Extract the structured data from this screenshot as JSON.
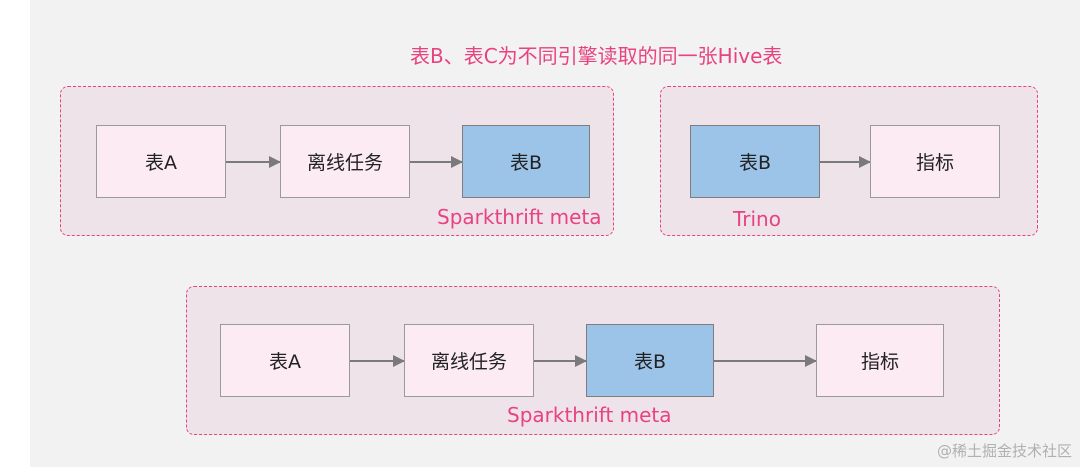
{
  "title": "表B、表C为不同引擎读取的同一张Hive表",
  "groups": {
    "top_left": {
      "label": "Sparkthrift meta",
      "nodes": [
        "表A",
        "离线任务",
        "表B"
      ]
    },
    "top_right": {
      "label": "Trino",
      "nodes": [
        "表B",
        "指标"
      ]
    },
    "bottom": {
      "label": "Sparkthrift meta",
      "nodes": [
        "表A",
        "离线任务",
        "表B",
        "指标"
      ]
    }
  },
  "watermark": "@稀土掘金技术社区",
  "colors": {
    "accent": "#e8427f",
    "node_fill": "#fcebf3",
    "highlight_fill": "#9cc3e8",
    "group_fill": "#efe3ea",
    "arrow": "#7a7a7a"
  }
}
